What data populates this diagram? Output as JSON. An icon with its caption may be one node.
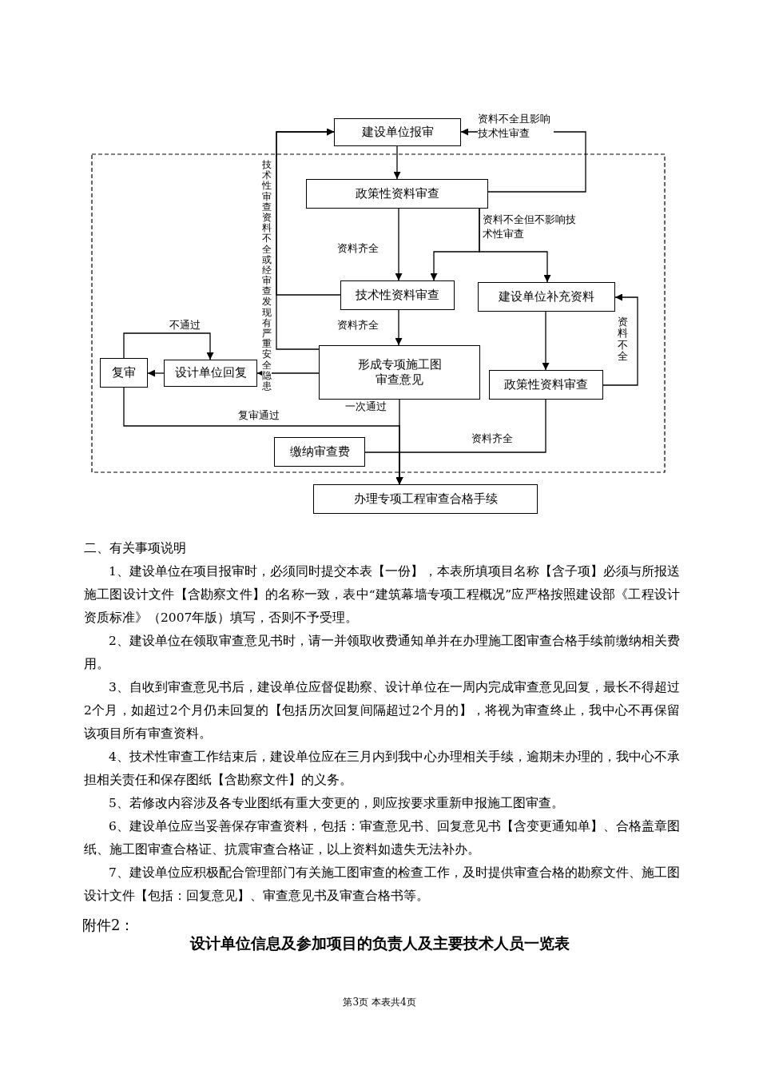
{
  "diagram": {
    "nodes": [
      {
        "text": [
          "建设单位报审"
        ]
      },
      {
        "text": [
          "政策性资料审查"
        ]
      },
      {
        "text": [
          "技术性资料审查"
        ]
      },
      {
        "text": [
          "建设单位补充资料"
        ]
      },
      {
        "text": [
          "形成专项施工图审查意见"
        ]
      },
      {
        "text": [
          "设计单位回复"
        ]
      },
      {
        "text": [
          "复审"
        ]
      },
      {
        "text": [
          "政策性资料审查"
        ]
      },
      {
        "text": [
          "缴纳审查费"
        ]
      },
      {
        "text": [
          "办理专项工程审查合格手续"
        ]
      }
    ],
    "edges": [
      {
        "from": 0,
        "to": 1,
        "arrow": "to"
      },
      {
        "from": 1,
        "to": 0,
        "arrow": "to",
        "label": "资料不全且影响技术性审查"
      },
      {
        "from": 1,
        "to": 2,
        "arrow": "to",
        "label": "资料齐全"
      },
      {
        "from": 1,
        "to": 2,
        "arrow": "to"
      },
      {
        "from": 1,
        "to": 3,
        "arrow": "to",
        "label": "资料不全但不影响技术性审查"
      },
      {
        "from": 2,
        "to": 0,
        "arrow": "to",
        "label": "技术性审查资料不全或经审查发现有严重安全隐患"
      },
      {
        "from": 4,
        "to": 0,
        "arrow": "to"
      },
      {
        "from": 2,
        "to": 4,
        "arrow": "to",
        "label": "资料齐全"
      },
      {
        "from": 3,
        "to": 7,
        "arrow": "to"
      },
      {
        "from": 7,
        "to": 3,
        "arrow": "to",
        "label": "资料不全"
      },
      {
        "from": 4,
        "to": 5,
        "arrow": "to"
      },
      {
        "from": 5,
        "to": 6,
        "arrow": "to"
      },
      {
        "from": 6,
        "to": 5,
        "arrow": "to",
        "label": "不通过"
      },
      {
        "from": 4,
        "to": 9,
        "arrow": "to",
        "label": "一次通过"
      },
      {
        "from": 6,
        "to": 9,
        "arrow": "to",
        "label": "复审通过"
      },
      {
        "from": 8,
        "to": 9,
        "arrow": "to"
      },
      {
        "from": 7,
        "to": 9,
        "arrow": "to",
        "label": "资料齐全"
      }
    ],
    "labels": [
      "二、有关事项说明",
      "1、建设单位在项目报审时，必须同时提交本表【一份】，本表所填项目名称【含子项】必须与所报送施工图设计文件【含勘察文件】的名称一致，表中“建筑幕墙专项工程概况”应严格按照建设部《工程设计资质标准》（2007年版）填写，否则不予受理。",
      "2、建设单位在领取审查意见书时，请一并领取收费通知单并在办理施工图审查合格手续前缴纳相关费用。",
      "3、自收到审查意见书后，建设单位应督促勘察、设计单位在一周内完成审查意见回复，最长不得超过2个月，如超过2个月仍未回复的【包括历次回复间隔超过2个月的】，将视为审查终止，我中心不再保留该项目所有审查资料。",
      "4、技术性审查工作结束后，建设单位应在三月内到我中心办理相关手续，逾期未办理的，我中心不承担相关责任和保存图纸【含勘察文件】的义务。",
      "5、若修改内容涉及各专业图纸有重大变更的，则应按要求重新申报施工图审查。",
      "6、建设单位应当妥善保存审查资料，包括：审查意见书、回复意见书【含变更通知单】、合格盖章图纸、施工图审查合格证、抗震审查合格证，以上资料如遗失无法补办。",
      "7、建设单位应积极配合管理部门有关施工图审查的检查工作，及时提供审查合格的勘察文件、施工图设计文件【包括：回复意见】、审查意见书及审查合格书等。",
      "附件2：",
      "设计单位信息及参加项目的负责人及主要技术人员一览表",
      "第3页 本表共4页"
    ]
  }
}
